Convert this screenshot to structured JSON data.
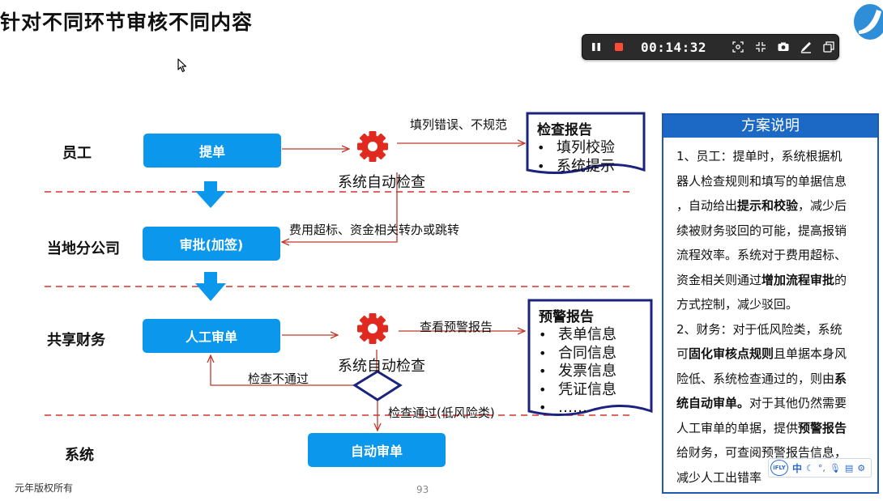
{
  "slide": {
    "title": "针对不同环节审核不同内容",
    "footer_copyright": "元年版权所有",
    "page_number": "93"
  },
  "recorder": {
    "timer": "00:14:32",
    "buttons": [
      "pause-icon",
      "stop-icon",
      "region-icon",
      "shrink-icon",
      "camera-icon",
      "pen-icon",
      "window-icon"
    ]
  },
  "diagram": {
    "rows": [
      "员工",
      "当地分公司",
      "共享财务",
      "系统"
    ],
    "boxes": {
      "submit": "提单",
      "approve": "审批(加签)",
      "manual_review": "人工审单",
      "auto_review": "自动审单"
    },
    "gear_captions": [
      "系统自动检查",
      "系统自动检查"
    ],
    "edge_labels": {
      "fill_errors": "填列错误、不规范",
      "over_budget": "费用超标、资金相关转办或跳转",
      "view_warning": "查看预警报告",
      "check_failed": "检查不通过",
      "check_passed": "检查通过(低风险类)"
    },
    "check_report": {
      "title": "检查报告",
      "items": [
        "填列校验",
        "系统提示"
      ]
    },
    "warning_report": {
      "title": "预警报告",
      "items": [
        "表单信息",
        "合同信息",
        "发票信息",
        "凭证信息",
        "……"
      ]
    }
  },
  "side_panel": {
    "title": "方案说明",
    "lines": [
      [
        {
          "t": "1、员工：提单时，系统根据机"
        }
      ],
      [
        {
          "t": "器人检查规则和填写的单据信息"
        }
      ],
      [
        {
          "t": "，自动给出"
        },
        {
          "t": "提示和校验",
          "b": true
        },
        {
          "t": "，减少后"
        }
      ],
      [
        {
          "t": "续被财务驳回的可能，提高报销"
        }
      ],
      [
        {
          "t": "流程效率。系统对于费用超标、"
        }
      ],
      [
        {
          "t": "资金相关则通过"
        },
        {
          "t": "增加流程审批",
          "b": true
        },
        {
          "t": "的"
        }
      ],
      [
        {
          "t": "方式控制，减少驳回。"
        }
      ],
      [
        {
          "t": "2、财务：对于低风险类，系统"
        }
      ],
      [
        {
          "t": "可"
        },
        {
          "t": "固化审核点规则",
          "b": true
        },
        {
          "t": "且单据本身风"
        }
      ],
      [
        {
          "t": "险低、系统检查通过的，则由"
        },
        {
          "t": "系",
          "b": true
        }
      ],
      [
        {
          "t": "统自动审单。",
          "b": true
        },
        {
          "t": "对于其他仍然需要"
        }
      ],
      [
        {
          "t": "人工审单的单据，提供"
        },
        {
          "t": "预警报告",
          "b": true
        }
      ],
      [
        {
          "t": "给财务，可查阅预警报告信息，"
        }
      ],
      [
        {
          "t": "减少人工出错率"
        }
      ]
    ]
  },
  "ime_toolbar": {
    "brand": "iFLY",
    "mode": "中"
  },
  "colors": {
    "box_blue": "#0b97ec",
    "arrow_red": "#c0392b",
    "gear_red": "#e02a1f",
    "panel_blue": "#1b68c5",
    "report_border": "#1a237e",
    "dash_red": "#d9302b"
  }
}
